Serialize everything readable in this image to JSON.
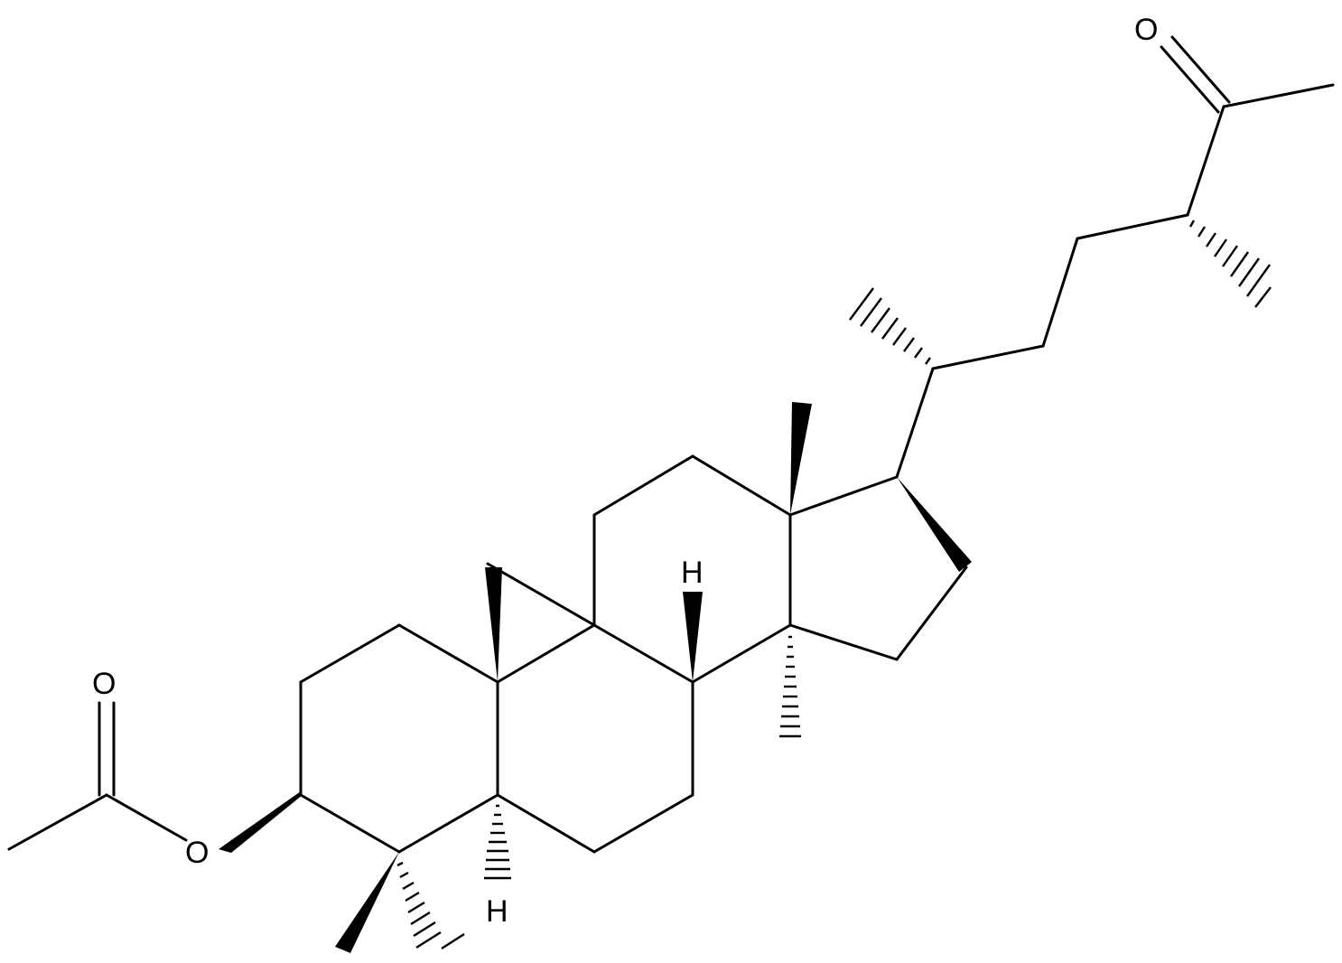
{
  "molecule": {
    "labels": {
      "oxygen_ester_carbonyl": "O",
      "oxygen_ester": "O",
      "oxygen_ketone": "O",
      "hydrogen_c5": "H",
      "hydrogen_c8": "H"
    },
    "line_color": "#000000",
    "background": "#ffffff"
  }
}
